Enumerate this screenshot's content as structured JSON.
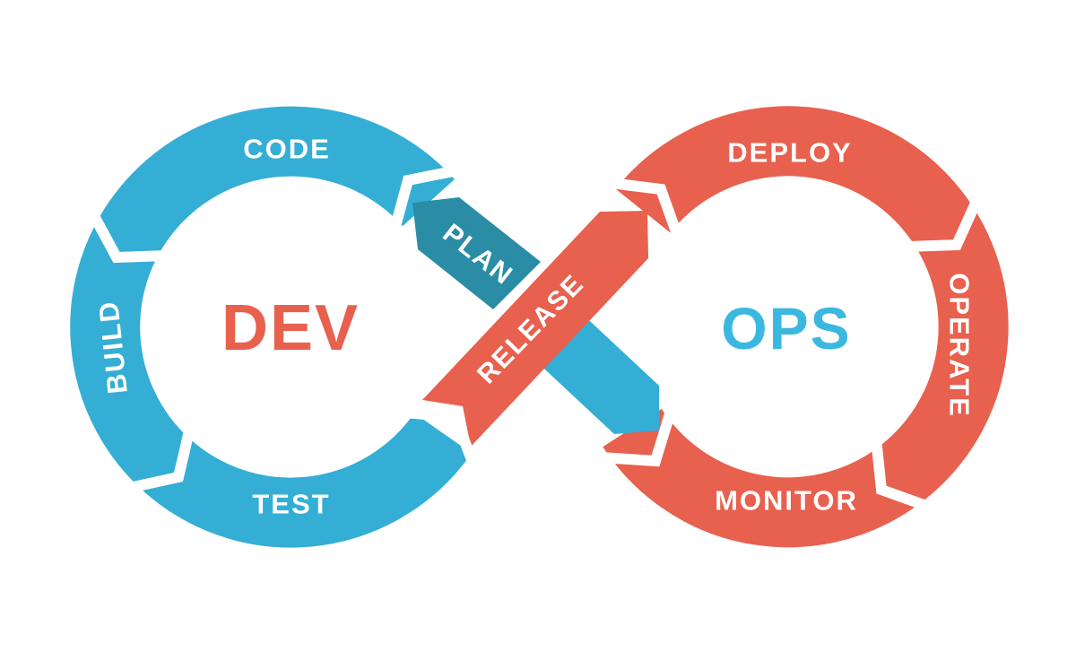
{
  "title": "DevOps infinity loop diagram",
  "colors": {
    "dev_blue": "#34AED5",
    "plan_teal": "#2B8CA6",
    "ops_red": "#E8604E",
    "dev_text": "#E8604E",
    "ops_text": "#3BB8E0",
    "label_text": "#FFFFFF",
    "background": "#FFFFFF"
  },
  "dev_loop": {
    "name": "DEV",
    "stages": {
      "code": "CODE",
      "build": "BUILD",
      "test": "TEST"
    }
  },
  "ops_loop": {
    "name": "OPS",
    "stages": {
      "deploy": "DEPLOY",
      "operate": "OPERATE",
      "monitor": "MONITOR"
    }
  },
  "cross_stages": {
    "plan": "PLAN",
    "release": "RELEASE"
  }
}
